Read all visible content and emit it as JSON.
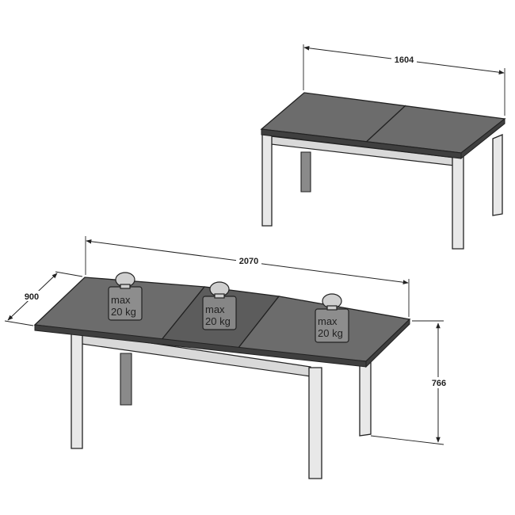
{
  "dimensions": {
    "closed_length": "1604",
    "extended_length": "2070",
    "depth": "900",
    "height": "766"
  },
  "load_labels": [
    {
      "line1": "max",
      "line2": "20 kg"
    },
    {
      "line1": "max",
      "line2": "20 kg"
    },
    {
      "line1": "max",
      "line2": "20 kg"
    }
  ]
}
